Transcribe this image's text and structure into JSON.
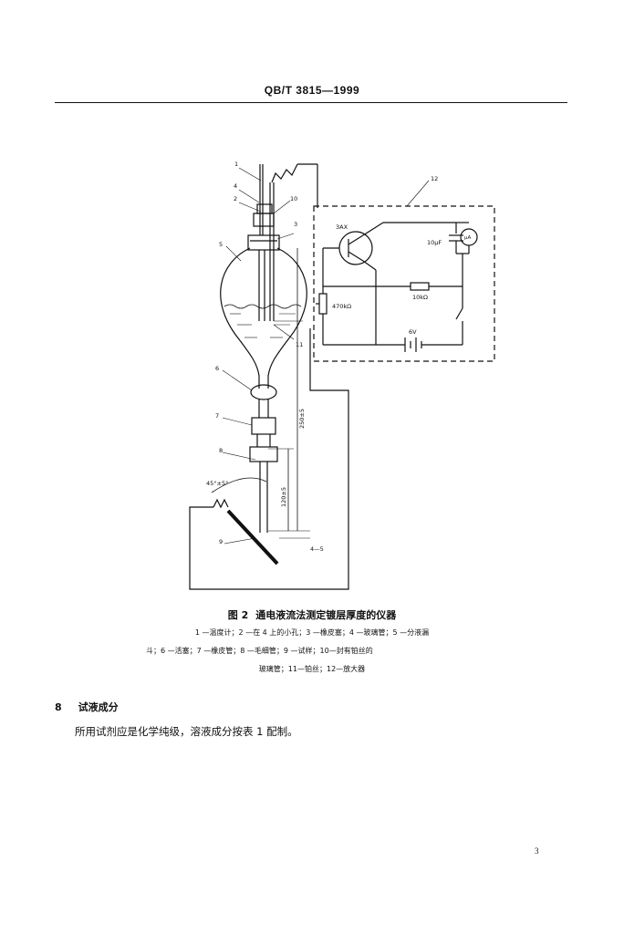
{
  "header": {
    "standard_code": "QB/T 3815—1999"
  },
  "figure": {
    "number": "图 2",
    "caption": "通电液流法测定镀层厚度的仪器",
    "legend_lines": [
      "1 —温度计；2 —在 4 上的小孔；3 —橡皮塞；4 —玻璃管；5 —分液漏",
      "斗；6 —活塞；7 —橡皮管；8 —毛细管；9 —试样；10—封有铂丝的",
      "玻璃管；11—铂丝；12—放大器"
    ],
    "callouts": [
      "1",
      "4",
      "2",
      "10",
      "3",
      "5",
      "12",
      "11",
      "6",
      "7",
      "8",
      "9"
    ],
    "angle_label": "45°±5°",
    "dimension_labels": {
      "total": "250±5",
      "capillary": "120±5",
      "gap": "4—5"
    },
    "circuit": {
      "transistor": "3AX",
      "capacitor": "10μF",
      "meter": "μA",
      "resistor_fixed": "10kΩ",
      "resistor_variable": "470kΩ",
      "battery": "6V"
    }
  },
  "section": {
    "number": "8",
    "title": "试液成分",
    "body": "所用试剂应是化学纯级，溶液成分按表 1 配制。"
  },
  "page_number": "3"
}
